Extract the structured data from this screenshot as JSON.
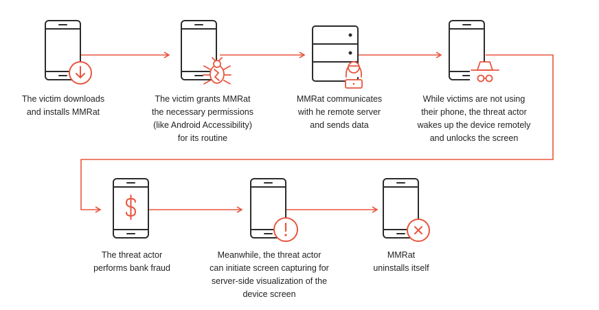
{
  "colors": {
    "accent": "#e8553e",
    "device_outline": "#2b2b2b",
    "text": "#1f1f1f",
    "background": "#ffffff"
  },
  "steps": [
    {
      "id": "download",
      "device": "phone",
      "badge_icon": "download-arrow-icon",
      "caption_lines": [
        "The victim downloads",
        "and installs MMRat"
      ]
    },
    {
      "id": "permissions",
      "device": "phone",
      "badge_icon": "bug-icon",
      "caption_lines": [
        "The victim grants MMRat",
        "the necessary permissions",
        "(like Android Accessibility)",
        "for its routine"
      ]
    },
    {
      "id": "server",
      "device": "server",
      "badge_icon": "hacker-icon",
      "caption_lines": [
        "MMRat communicates",
        "with  he remote server",
        "and sends data"
      ]
    },
    {
      "id": "unlock",
      "device": "phone",
      "badge_icon": "spy-icon",
      "caption_lines": [
        "While victims are not using",
        "their phone, the threat actor",
        "wakes up the device remotely",
        "and unlocks the screen"
      ]
    },
    {
      "id": "fraud",
      "device": "phone",
      "badge_icon": "dollar-icon",
      "caption_lines": [
        "The threat actor",
        "performs bank fraud"
      ]
    },
    {
      "id": "capture",
      "device": "phone",
      "badge_icon": "exclamation-icon",
      "caption_lines": [
        "Meanwhile, the threat actor",
        "can initiate screen capturing for",
        "server-side visualization of the",
        "device screen"
      ]
    },
    {
      "id": "uninstall",
      "device": "phone",
      "badge_icon": "close-x-icon",
      "caption_lines": [
        "MMRat",
        "uninstalls itself"
      ]
    }
  ]
}
